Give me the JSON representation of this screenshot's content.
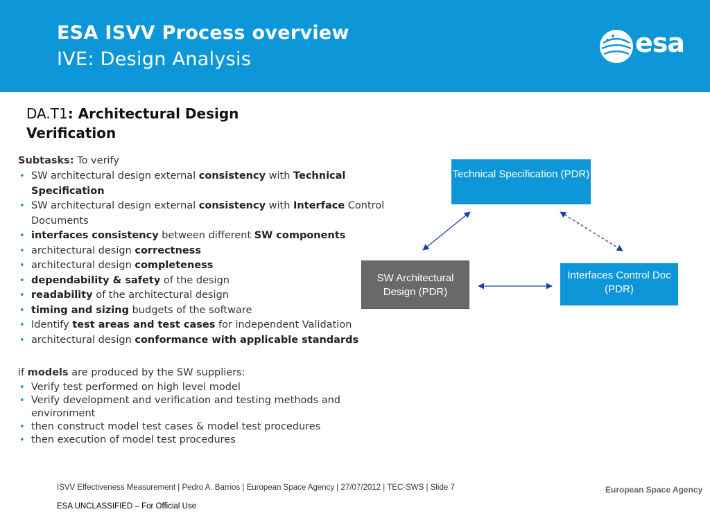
{
  "header": {
    "title": "ESA ISVV Process overview",
    "subtitle": "IVE: Design Analysis",
    "logo_text": "esa",
    "logo_icon": "esa-globe-icon"
  },
  "section": {
    "code": "DA.T1",
    "title": ": Architectural Design Verification"
  },
  "subtasks": {
    "label": "Subtasks:",
    "intro": " To verify",
    "items": [
      [
        {
          "t": "SW architectural design external "
        },
        {
          "t": "consistency",
          "b": true
        },
        {
          "t": " with "
        },
        {
          "t": "Technical Specification",
          "b": true
        }
      ],
      [
        {
          "t": "SW architectural design external "
        },
        {
          "t": "consistency",
          "b": true
        },
        {
          "t": " with "
        },
        {
          "t": "Interface",
          "b": true
        },
        {
          "t": " Control Documents"
        }
      ],
      [
        {
          "t": "interfaces consistency",
          "b": true
        },
        {
          "t": " between different "
        },
        {
          "t": "SW components",
          "b": true
        }
      ],
      [
        {
          "t": "architectural design "
        },
        {
          "t": "correctness",
          "b": true
        }
      ],
      [
        {
          "t": "architectural design "
        },
        {
          "t": "completeness",
          "b": true
        }
      ],
      [
        {
          "t": "dependability & safety",
          "b": true
        },
        {
          "t": " of the design"
        }
      ],
      [
        {
          "t": "readability",
          "b": true
        },
        {
          "t": " of the architectural design"
        }
      ],
      [
        {
          "t": "timing and sizing",
          "b": true
        },
        {
          "t": " budgets of the software"
        }
      ],
      [
        {
          "t": "Identify "
        },
        {
          "t": "test areas and test cases",
          "b": true
        },
        {
          "t": " for independent Validation"
        }
      ],
      [
        {
          "t": "architectural design "
        },
        {
          "t": "conformance with applicable standards",
          "b": true
        }
      ]
    ]
  },
  "models": {
    "intro_pre": "if ",
    "intro_bold": "models",
    "intro_post": " are produced by the SW suppliers:",
    "items": [
      "Verify test performed on high level model",
      "Verify development and verification and testing methods and environment",
      "then construct model test cases & model test procedures",
      "then execution of model test procedures"
    ]
  },
  "diagram": {
    "tech_spec": "Technical Specification (PDR)",
    "sw_arch": "SW Architectural Design (PDR)",
    "interfaces": "Interfaces Control Doc (PDR)"
  },
  "footer": {
    "line": "ISVV Effectiveness Measurement | Pedro A. Barrios | European Space Agency | 27/07/2012 | TEC-SWS | Slide  7",
    "agency": "European Space Agency",
    "classification": "ESA UNCLASSIFIED – For Official Use"
  },
  "colors": {
    "header_blue": "#0d97d8",
    "box_gray": "#696969",
    "arrow_blue": "#1a3fa8"
  }
}
